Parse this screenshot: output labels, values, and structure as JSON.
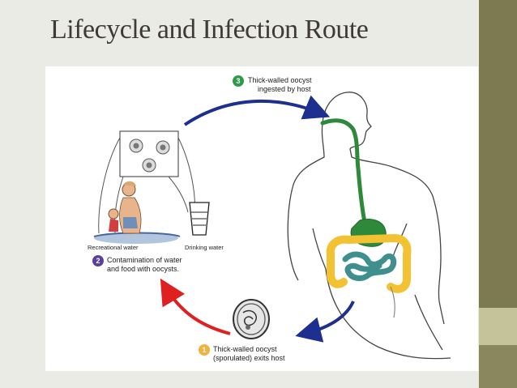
{
  "slide": {
    "title": "Lifecycle and Infection Route",
    "colors": {
      "background": "#ebebe6",
      "sidebar_dark": "#7d7a52",
      "sidebar_light": "#c4c39a",
      "arrow_blue": "#1d2f8f",
      "arrow_red": "#e02020",
      "gut_green": "#2e8a3a",
      "colon_yellow": "#f2c232",
      "small_intestine_teal": "#3f8f8f"
    }
  },
  "diagram": {
    "steps": [
      {
        "number": "3",
        "color": "#2e9a4a",
        "line1": "Thick-walled oocyst",
        "line2": "ingested by host"
      },
      {
        "number": "2",
        "color": "#5a3ea0",
        "line1": "Contamination of water",
        "line2": "and food with oocysts."
      },
      {
        "number": "1",
        "color": "#f0b33a",
        "line1": "Thick-walled oocyst",
        "line2": "(sporulated) exits host"
      }
    ],
    "source_labels": {
      "recreational": "Recreational water",
      "drinking": "Drinking water"
    }
  }
}
